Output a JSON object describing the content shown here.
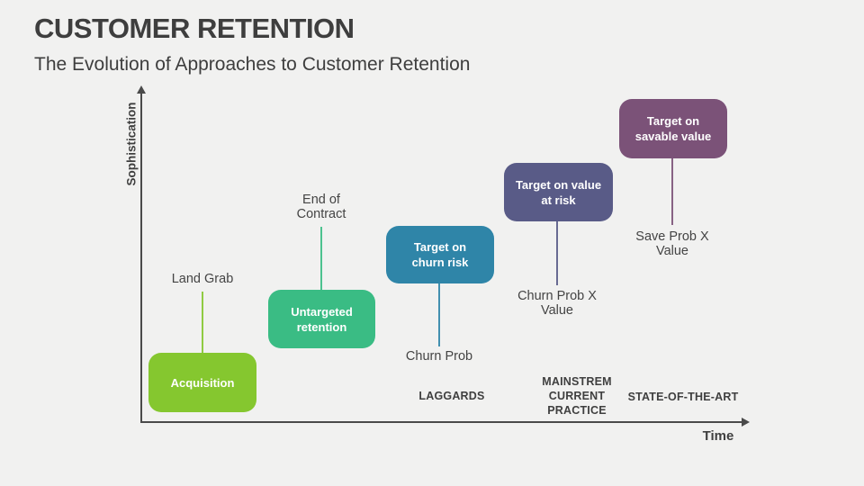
{
  "slide": {
    "title": "CUSTOMER RETENTION",
    "subtitle": "The Evolution of Approaches to Customer Retention",
    "background_color": "#F1F1F0",
    "text_color": "#3F3F3F"
  },
  "diagram": {
    "y_axis_label": "Sophistication",
    "x_axis_label": "Time",
    "axis_color": "#4A4A4A",
    "steps": [
      {
        "label": "Acquisition",
        "annotation": "Land Grab",
        "annotation_position": "above",
        "color": "#85C72F"
      },
      {
        "label": "Untargeted\nretention",
        "annotation": "End of\nContract",
        "annotation_position": "above",
        "color": "#3ABC84"
      },
      {
        "label": "Target on\nchurn risk",
        "annotation": "Churn Prob",
        "annotation_position": "below",
        "color": "#2F85A8"
      },
      {
        "label": "Target on value\nat risk",
        "annotation": "Churn Prob X\nValue",
        "annotation_position": "below",
        "color": "#595B87"
      },
      {
        "label": "Target on\nsavable value",
        "annotation": "Save Prob X\nValue",
        "annotation_position": "below",
        "color": "#7B5278"
      }
    ],
    "maturity_stages": [
      {
        "label": "LAGGARDS"
      },
      {
        "label": "MAINSTREM\nCURRENT\nPRACTICE"
      },
      {
        "label": "STATE-OF-THE-ART"
      }
    ]
  }
}
